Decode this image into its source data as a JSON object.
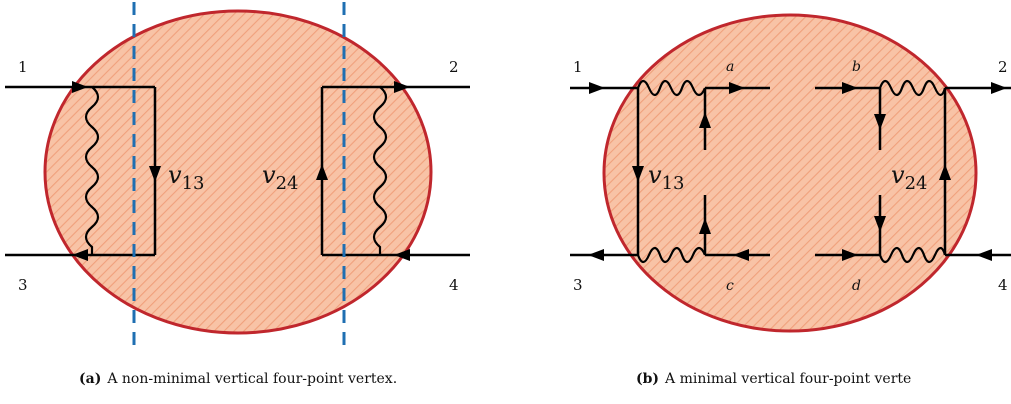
{
  "colors": {
    "blob_fill": "#f8c3a6",
    "blob_stroke": "#c0272d",
    "hatch": "#f0a07c",
    "line": "#000000",
    "cut": "#1f6fb2"
  },
  "panel_a": {
    "ext_labels": [
      "1",
      "2",
      "3",
      "4"
    ],
    "v_left": "v",
    "v_left_sub": "13",
    "v_right": "v",
    "v_right_sub": "24",
    "caption_tag": "(a)",
    "caption_text": "A non-minimal vertical four-point vertex."
  },
  "panel_b": {
    "ext_labels": [
      "1",
      "2",
      "3",
      "4"
    ],
    "int_labels": [
      "a",
      "b",
      "c",
      "d"
    ],
    "v_left": "v",
    "v_left_sub": "13",
    "v_right": "v",
    "v_right_sub": "24",
    "caption_tag": "(b)",
    "caption_text": "A minimal vertical four-point verte"
  }
}
